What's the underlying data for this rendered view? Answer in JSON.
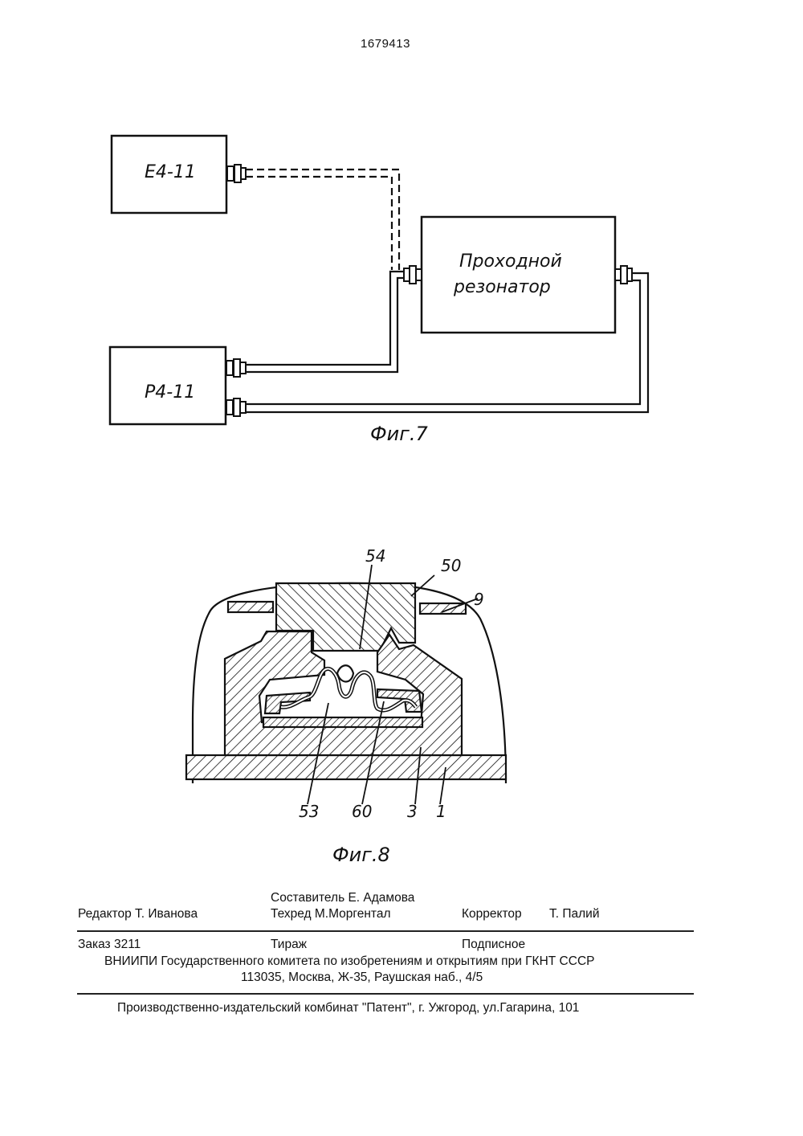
{
  "header": {
    "patent_number": "1679413"
  },
  "figure7": {
    "caption": "Фиг.7",
    "block_e": "Е4-11",
    "block_p": "Р4-11",
    "block_resonator_line1": "Проходной",
    "block_resonator_line2": "резонатор"
  },
  "figure8": {
    "caption": "Фиг.8",
    "labels": [
      "54",
      "50",
      "9",
      "53",
      "60",
      "3",
      "1"
    ]
  },
  "imprint": {
    "compiler": "Составитель  Е. Адамова",
    "editor": "Редактор  Т. Иванова",
    "techred": "Техред М.Моргентал",
    "corrector_title": "Корректор",
    "corrector_name": "Т. Палий",
    "order": "Заказ  3211",
    "circulation": "Тираж",
    "subscription": "Подписное",
    "org_line": "ВНИИПИ Государственного комитета по изобретениям и открытиям при ГКНТ СССР",
    "address_line": "113035, Москва, Ж-35, Раушская наб., 4/5",
    "publisher": "Производственно-издательский комбинат \"Патент\", г. Ужгород, ул.Гагарина, 101"
  }
}
